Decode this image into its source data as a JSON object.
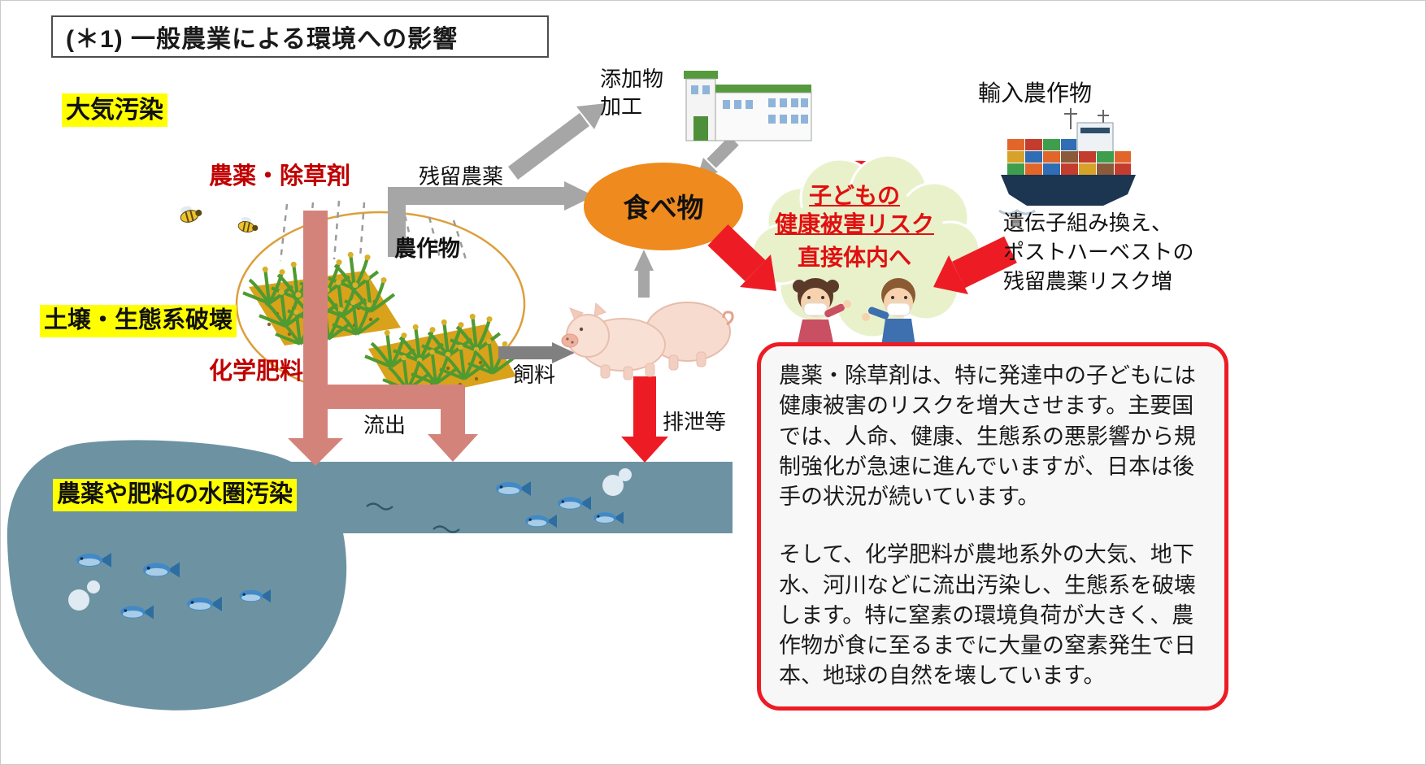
{
  "title": "(＊1) 一般農業による環境への影響",
  "labels": {
    "air_pollution": "大気汚染",
    "pesticide_herbicide": "農薬・除草剤",
    "residual_pesticide": "残留農薬",
    "additives": "添加物\n加工",
    "crops": "農作物",
    "food": "食べ物",
    "imported_crops": "輸入農作物",
    "gmo_note": "遺伝子組み換え、\nポストハーベストの\n残留農薬リスク増",
    "child_risk_title": "子どもの\n健康被害リスク",
    "direct_to_body": "直接体内へ",
    "soil_ecosystem": "土壌・生態系破壊",
    "chemical_fertilizer": "化学肥料",
    "feed": "飼料",
    "runoff": "流出",
    "excretion": "排泄等",
    "water_pollution": "農薬や肥料の水圏汚染"
  },
  "note_box": {
    "paragraph1": "農薬・除草剤は、特に発達中の子どもには健康被害のリスクを増大させます。主要国では、人命、健康、生態系の悪影響から規制強化が急速に進んでいますが、日本は後手の状況が続いています。",
    "paragraph2": "そして、化学肥料が農地系外の大気、地下水、河川などに流出汚染し、生態系を破壊します。特に窒素の環境負荷が大きく、農作物が食に至るまでに大量の窒素発生で日本、地球の自然を壊しています。"
  },
  "icons": {
    "factory": "factory-icon",
    "cargo_ship": "cargo-ship-icon",
    "pigs": "pigs-icon",
    "bee": "bee-icon",
    "fish": "fish-icon",
    "children": "children-icon",
    "cloud": "risk-cloud-shape"
  },
  "colors": {
    "highlight": "#ffff00",
    "dark_red_text": "#c00000",
    "bright_red": "#ed1c24",
    "orange_food": "#ee8a1e",
    "salmon_arrow": "#d4837b",
    "gray_arrow": "#a6a6a6",
    "cloud_green": "#e9f1cb",
    "water_blue": "#6d93a2",
    "field_gold": "#d9a21b"
  }
}
